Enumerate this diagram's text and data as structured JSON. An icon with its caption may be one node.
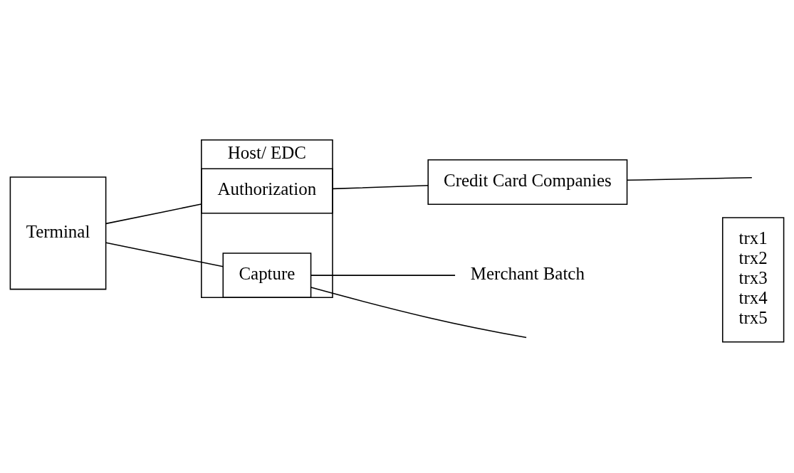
{
  "diagram": {
    "nodes": [
      {
        "text": [
          "Terminal"
        ]
      },
      {
        "text": [
          "Host/ EDC"
        ]
      },
      {
        "text": [
          "Authorization"
        ],
        "in": 1
      },
      {
        "text": [
          "Capture"
        ],
        "in": 1
      },
      {
        "text": [
          "Credit Card Companies"
        ]
      },
      {
        "text": [
          "Merchant Batch"
        ]
      },
      {
        "text": [
          "trx1",
          "trx2",
          "trx3",
          "trx4",
          "trx5"
        ]
      }
    ],
    "edges": [
      {
        "from": 0,
        "to": 2,
        "arrow": "none"
      },
      {
        "from": 2,
        "to": 4,
        "arrow": "none"
      },
      {
        "from": 4,
        "to": null,
        "arrow": "none"
      },
      {
        "from": 0,
        "to": 3,
        "arrow": "none"
      },
      {
        "from": 3,
        "to": null,
        "arrow": "none"
      },
      {
        "from": 3,
        "to": 5,
        "arrow": "none"
      }
    ]
  }
}
